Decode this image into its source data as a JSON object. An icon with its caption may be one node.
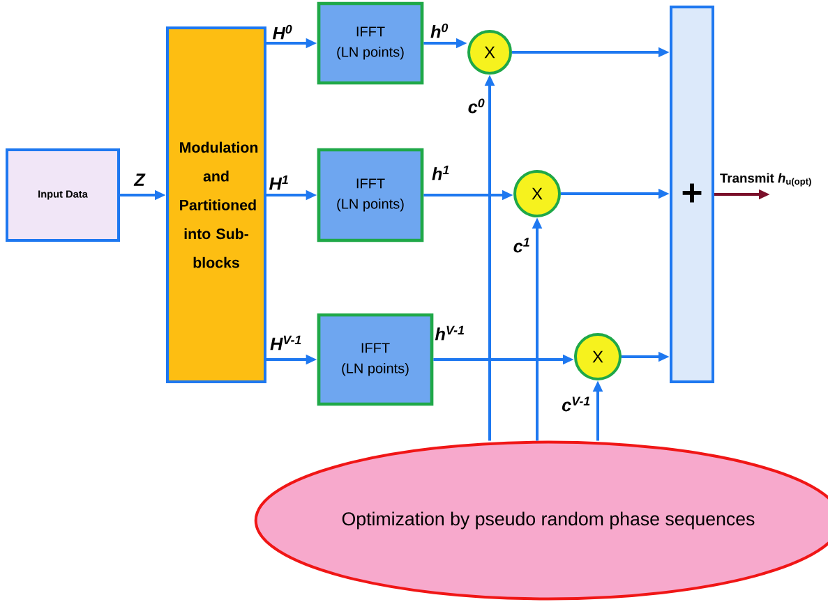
{
  "diagram": {
    "nodes": [
      {
        "text": [
          "Input Data"
        ]
      },
      {
        "text": [
          "Modulation and Partitioned into Sub-blocks"
        ]
      },
      {
        "text": [
          "IFFT",
          "(LN points)"
        ]
      },
      {
        "text": [
          "IFFT",
          "(LN points)"
        ]
      },
      {
        "text": [
          "IFFT",
          "(LN points)"
        ]
      },
      {
        "text": [
          "X"
        ]
      },
      {
        "text": [
          "X"
        ]
      },
      {
        "text": [
          "X"
        ]
      },
      {
        "text": [
          "+"
        ]
      },
      {
        "text": [
          "Optimization by pseudo random phase sequences"
        ]
      }
    ],
    "edges": [
      {
        "from": 0,
        "to": 1,
        "arrow": "to",
        "label": "Z"
      },
      {
        "from": 1,
        "to": 2,
        "arrow": "to",
        "label": "H$^{0}$"
      },
      {
        "from": 1,
        "to": 3,
        "arrow": "to",
        "label": "H$^{1}$"
      },
      {
        "from": 1,
        "to": 4,
        "arrow": "to",
        "label": "H$^{V-1}$"
      },
      {
        "from": 2,
        "to": 5,
        "arrow": "to",
        "label": "h$^{0}$"
      },
      {
        "from": 3,
        "to": 6,
        "arrow": "to",
        "label": "h$^{1}$"
      },
      {
        "from": 4,
        "to": 7,
        "arrow": "to",
        "label": "h$^{V-1}$"
      },
      {
        "from": 9,
        "to": 5,
        "arrow": "to",
        "label": "c$^{0}$"
      },
      {
        "from": 9,
        "to": 6,
        "arrow": "to",
        "label": "c$^{1}$"
      },
      {
        "from": 9,
        "to": 7,
        "arrow": "to",
        "label": "c$^{V-1}$"
      },
      {
        "from": 5,
        "to": 8,
        "arrow": "to"
      },
      {
        "from": 6,
        "to": 8,
        "arrow": "to"
      },
      {
        "from": 7,
        "to": 8,
        "arrow": "to"
      },
      {
        "from": 8,
        "to": null,
        "arrow": "to",
        "label": "Transmit *h*$_{u(opt)}$",
        "color": "#7a0f2a"
      }
    ]
  }
}
